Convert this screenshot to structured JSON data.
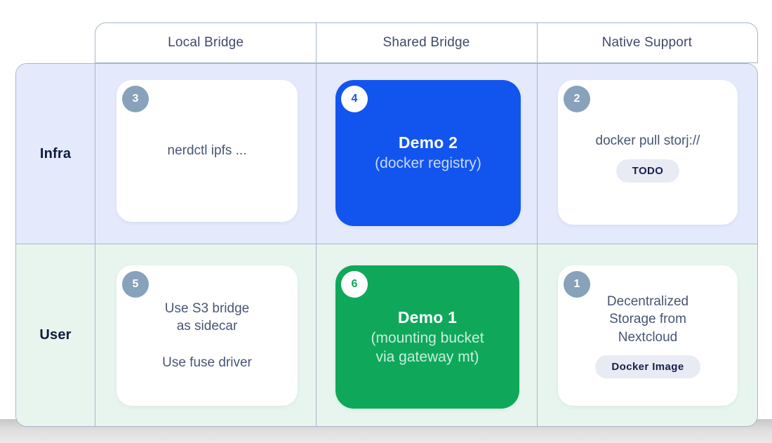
{
  "slide": {
    "columns": [
      {
        "label": "Local Bridge"
      },
      {
        "label": "Shared Bridge"
      },
      {
        "label": "Native Support"
      }
    ],
    "rows": [
      {
        "label": "Infra"
      },
      {
        "label": "User"
      }
    ],
    "cards": {
      "nerdctl": {
        "badge": "3",
        "text": "nerdctl ipfs ..."
      },
      "demo2": {
        "badge": "4",
        "title": "Demo 2",
        "subtitle": "(docker registry)"
      },
      "storj": {
        "badge": "2",
        "text": "docker pull storj://",
        "tag": "TODO"
      },
      "s3bridge": {
        "badge": "5",
        "text1": "Use S3 bridge as sidecar",
        "text2": "Use fuse driver"
      },
      "demo1": {
        "badge": "6",
        "title": "Demo 1",
        "subtitle": "(mounting bucket via gateway mt)"
      },
      "nextcloud": {
        "badge": "1",
        "text": "Decentralized Storage from Nextcloud",
        "tag": "Docker Image"
      }
    },
    "colors": {
      "accent_blue": "#1254ee",
      "accent_green": "#0fa85b",
      "badge_gray": "#87a2ba",
      "infra_row_bg": "#e4eafb",
      "user_row_bg": "#e7f5ee",
      "grid_border": "#a6b7c9",
      "pill_bg": "#e9ebf4",
      "dark_navy_text": "#101b3e"
    }
  }
}
